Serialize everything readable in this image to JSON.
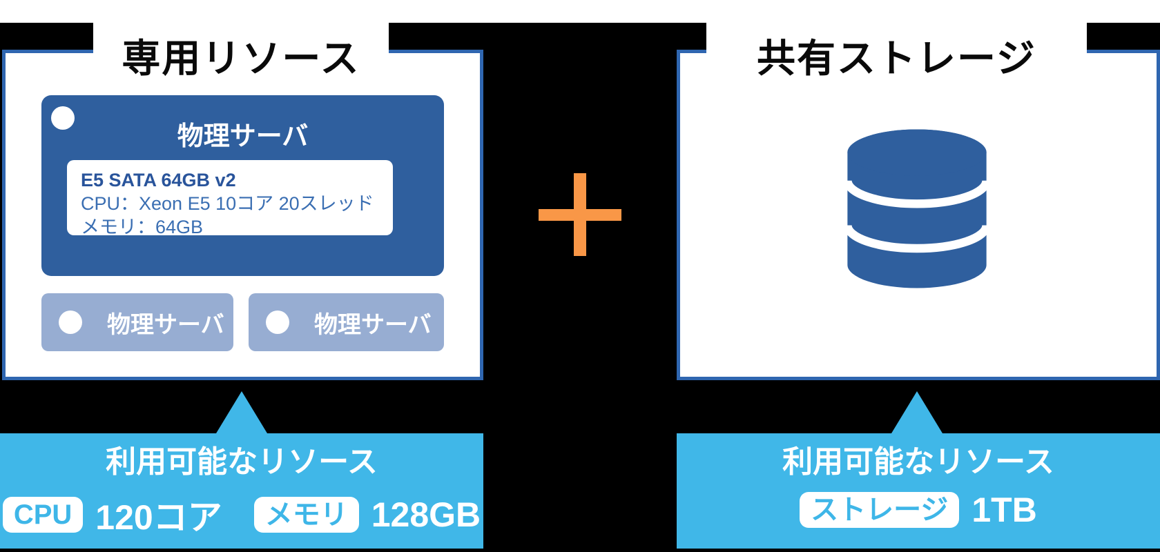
{
  "colors": {
    "background": "#000000",
    "panel_border_blue": "#2f66b0",
    "server_box_blue": "#2f5f9e",
    "sub_server_blue": "#97add2",
    "banner_sky_blue": "#40b7e8",
    "plus_orange": "#f99747",
    "card_text_blue": "#3a6eb2"
  },
  "left_section": {
    "title": "専用リソース",
    "server_box": {
      "title": "物理サーバ",
      "card": {
        "model": "E5 SATA 64GB v2",
        "cpu_line": "CPU：Xeon E5 10コア 20スレッド",
        "memory_line": "メモリ：64GB"
      }
    },
    "sub_servers": [
      {
        "label": "物理サーバ"
      },
      {
        "label": "物理サーバ"
      }
    ],
    "banner": {
      "title": "利用可能なリソース",
      "items": [
        {
          "badge": "CPU",
          "value": "120コア"
        },
        {
          "badge": "メモリ",
          "value": "128GB"
        }
      ]
    }
  },
  "right_section": {
    "title": "共有ストレージ",
    "banner": {
      "title": "利用可能なリソース",
      "items": [
        {
          "badge": "ストレージ",
          "value": "1TB"
        }
      ]
    }
  }
}
